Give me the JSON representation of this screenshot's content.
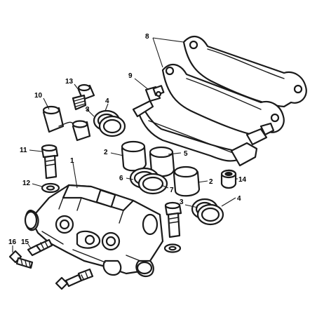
{
  "callouts": {
    "c1": "1",
    "c2a": "2",
    "c2b": "2",
    "c3a": "3",
    "c3b": "3",
    "c4a": "4",
    "c4b": "4",
    "c5": "5",
    "c6": "6",
    "c7": "7",
    "c8": "8",
    "c9": "9",
    "c10": "10",
    "c11": "11",
    "c12": "12",
    "c13": "13",
    "c14": "14",
    "c15": "15",
    "c16": "16"
  }
}
